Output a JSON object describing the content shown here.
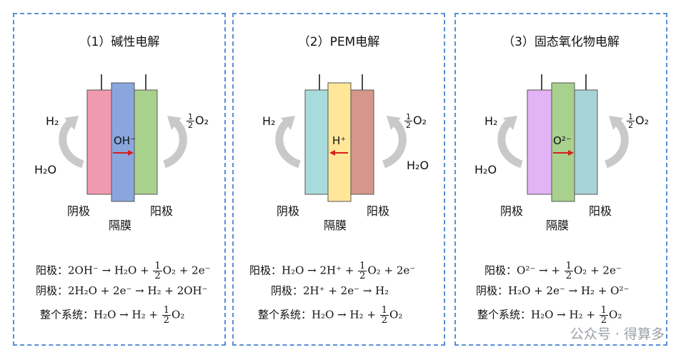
{
  "colors": {
    "border": "#5a8fd6",
    "arrow": "#c9c9c9",
    "ion_arrow": "#d62020",
    "alk_cathode": "#f09ab0",
    "alk_membrane": "#8aa6dc",
    "alk_anode": "#a9d18e",
    "pem_cathode": "#a8dcdc",
    "pem_membrane": "#ffe699",
    "pem_anode": "#d6968b",
    "soec_cathode": "#e2b3f5",
    "soec_membrane": "#a9d18e",
    "soec_anode": "#a8d3d6"
  },
  "panels": [
    {
      "title": "（1）碱性电解",
      "ion": "OH⁻",
      "left_top": "H₂",
      "left_bottom": "H₂O",
      "right_top_num": "1",
      "right_top_den": "2",
      "right_top_sp": "O₂",
      "right_bottom": "",
      "cathode": "阴极",
      "anode": "阳极",
      "membrane": "隔膜",
      "eq1_label": "阳极：",
      "eq1_a": "2OH⁻ → H₂O +",
      "eq1_b": "O₂ + 2e⁻",
      "eq2_label": "阴极：",
      "eq2_a": "2H₂O + 2e⁻ → H₂ + 2OH⁻",
      "eq3_label": "整个系统：",
      "eq3_a": "H₂O → H₂ +",
      "eq3_b": "O₂"
    },
    {
      "title": "（2）PEM电解",
      "ion": "H⁺",
      "left_top": "H₂",
      "left_bottom": "",
      "right_top_num": "1",
      "right_top_den": "2",
      "right_top_sp": "O₂",
      "right_bottom": "H₂O",
      "cathode": "阴极",
      "anode": "阳极",
      "membrane": "隔膜",
      "eq1_label": "阳极：",
      "eq1_a": "H₂O → 2H⁺ +",
      "eq1_b": "O₂ + 2e⁻",
      "eq2_label": "阴极：",
      "eq2_a": "2H⁺ + 2e⁻ → H₂",
      "eq3_label": "整个系统：",
      "eq3_a": "H₂O → H₂ +",
      "eq3_b": "O₂"
    },
    {
      "title": "（3）固态氧化物电解",
      "ion": "O²⁻",
      "left_top": "H₂",
      "left_bottom": "H₂O",
      "right_top_num": "1",
      "right_top_den": "2",
      "right_top_sp": "O₂",
      "right_bottom": "",
      "cathode": "阴极",
      "anode": "阳极",
      "membrane": "隔膜",
      "eq1_label": "阳极：",
      "eq1_a": "O²⁻ → +",
      "eq1_b": "O₂ + 2e⁻",
      "eq2_label": "阴极：",
      "eq2_a": "H₂O + 2e⁻ → H₂ + O²⁻",
      "eq3_label": "整个系统：",
      "eq3_a": "H₂O → H₂ +",
      "eq3_b": "O₂"
    }
  ],
  "frac": {
    "num": "1",
    "den": "2"
  },
  "watermark": "公众号 · 得算多"
}
